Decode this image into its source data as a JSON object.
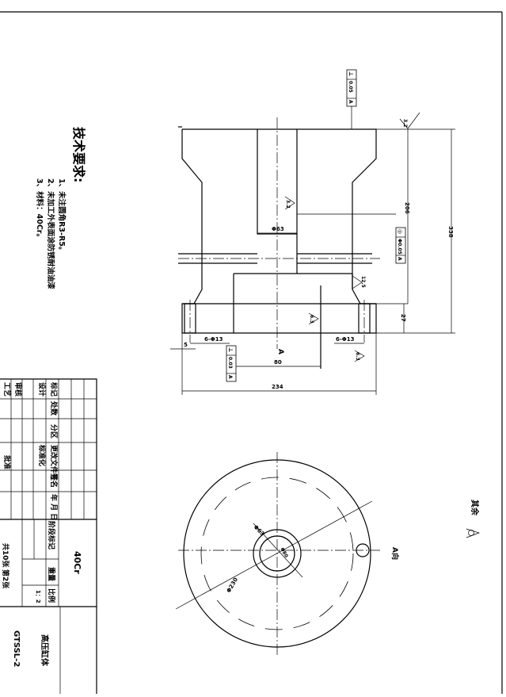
{
  "technical_requirements": {
    "title": "技术要求:",
    "items": [
      "1、未注圆角R3-R5。",
      "2、未加工外表面涂防锈耐油油漆",
      "3、材料：40Cr。"
    ]
  },
  "title_block": {
    "material": "40Cr",
    "part_name": "高压缸体",
    "drawing_no": "GTSSL-2",
    "scale_label": "比例",
    "scale": "1：2",
    "weight_label": "重量",
    "stage_label": "阶段标记",
    "sheet_total": "共10张",
    "sheet_current": "第2张",
    "rev_headers": [
      "标记",
      "处数",
      "分区",
      "更改文件号",
      "签名",
      "年 月 日"
    ],
    "roles": [
      "设计",
      "标准化",
      "审核",
      "工艺",
      "批准"
    ]
  },
  "annotations": {
    "view_label": "A向",
    "section_mark": "A",
    "other_surfaces": "其余",
    "roughness": [
      "3.2",
      "3.2",
      "6.3",
      "12.5",
      "6.3",
      "6.3"
    ],
    "gdt": [
      {
        "symbol": "⊥",
        "tolerance": "0.05",
        "datum": "A"
      },
      {
        "symbol": "◎",
        "tolerance": "Φ0.05",
        "datum": "A"
      },
      {
        "symbol": "⊥",
        "tolerance": "0.03",
        "datum": "A"
      }
    ]
  },
  "dimensions": {
    "d_inner": "Φ63",
    "h_206": "206",
    "h_338": "338",
    "h_27": "27",
    "holes_left": "6-Φ13",
    "holes_right": "6-Φ13",
    "edge_5": "5",
    "w_80": "80",
    "w_234": "234",
    "top_d63": "Φ63",
    "top_d80": "Φ80",
    "top_d230": "Φ230"
  }
}
